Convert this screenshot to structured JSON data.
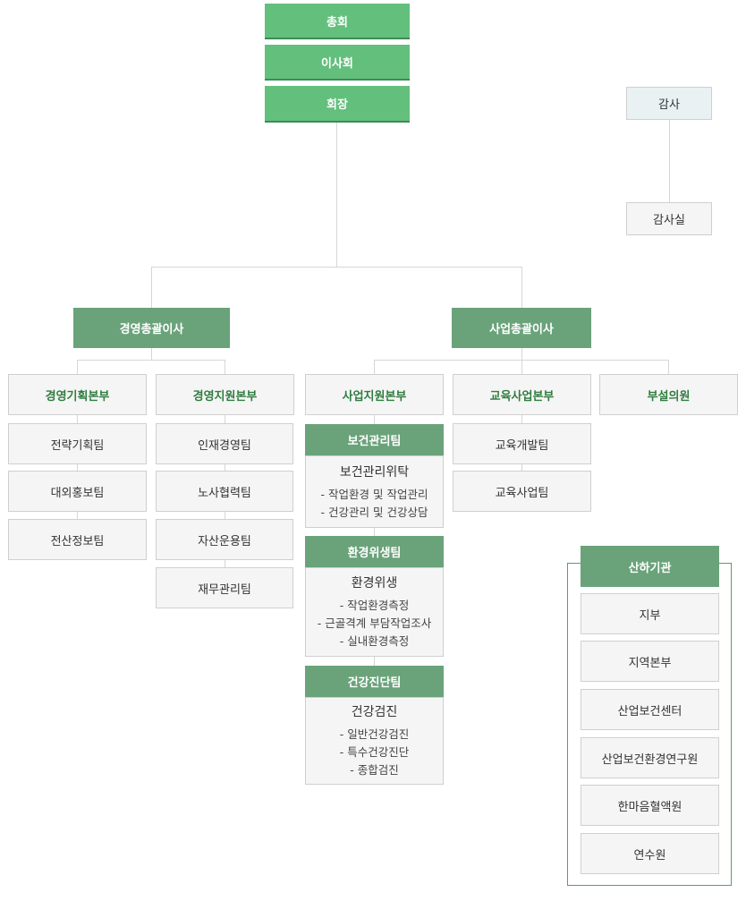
{
  "top": {
    "general_meeting": "총회",
    "board": "이사회",
    "chairman": "회장"
  },
  "audit": {
    "auditor": "감사",
    "audit_office": "감사실"
  },
  "executives": {
    "management": "경영총괄이사",
    "business": "사업총괄이사"
  },
  "hq": {
    "planning": "경영기획본부",
    "support": "경영지원본부",
    "biz_support": "사업지원본부",
    "education": "교육사업본부",
    "affiliated": "부설의원"
  },
  "planning_teams": [
    "전략기획팀",
    "대외홍보팀",
    "전산정보팀"
  ],
  "support_teams": [
    "인재경영팀",
    "노사협력팀",
    "자산운용팀",
    "재무관리팀"
  ],
  "education_teams": [
    "교육개발팀",
    "교육사업팀"
  ],
  "biz_teams": [
    {
      "name": "보건관리팀",
      "title": "보건관리위탁",
      "items": [
        "- 작업환경 및 작업관리",
        "- 건강관리 및 건강상담"
      ]
    },
    {
      "name": "환경위생팀",
      "title": "환경위생",
      "items": [
        "- 작업환경측정",
        "- 근골격계 부담작업조사",
        "- 실내환경측정"
      ]
    },
    {
      "name": "건강진단팀",
      "title": "건강검진",
      "items": [
        "- 일반건강검진",
        "- 특수건강진단",
        "- 종합검진"
      ]
    }
  ],
  "affiliates": {
    "title": "산하기관",
    "items": [
      "지부",
      "지역본부",
      "산업보건센터",
      "산업보건환경연구원",
      "한마음혈액원",
      "연수원"
    ]
  }
}
